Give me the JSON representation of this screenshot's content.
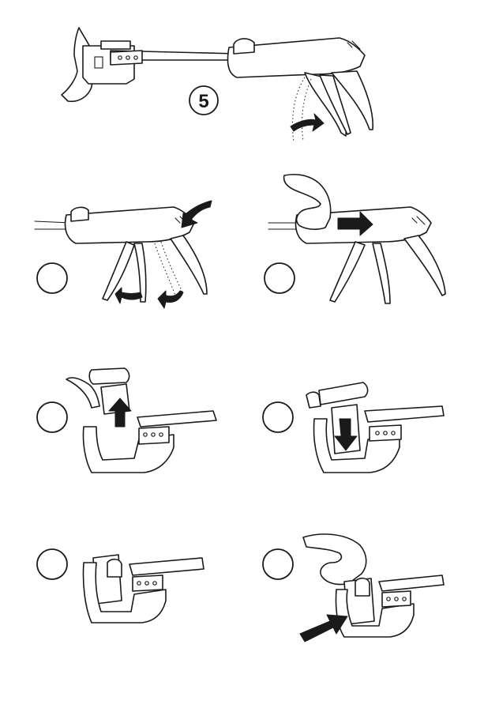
{
  "steps": [
    {
      "id": "step-5",
      "number": "5"
    },
    {
      "id": "step-6a",
      "number": ""
    },
    {
      "id": "step-6b",
      "number": ""
    },
    {
      "id": "step-7a",
      "number": ""
    },
    {
      "id": "step-7b",
      "number": ""
    },
    {
      "id": "step-8a",
      "number": ""
    },
    {
      "id": "step-8b",
      "number": ""
    }
  ],
  "colors": {
    "line": "#1a1a1a",
    "background": "#ffffff"
  }
}
